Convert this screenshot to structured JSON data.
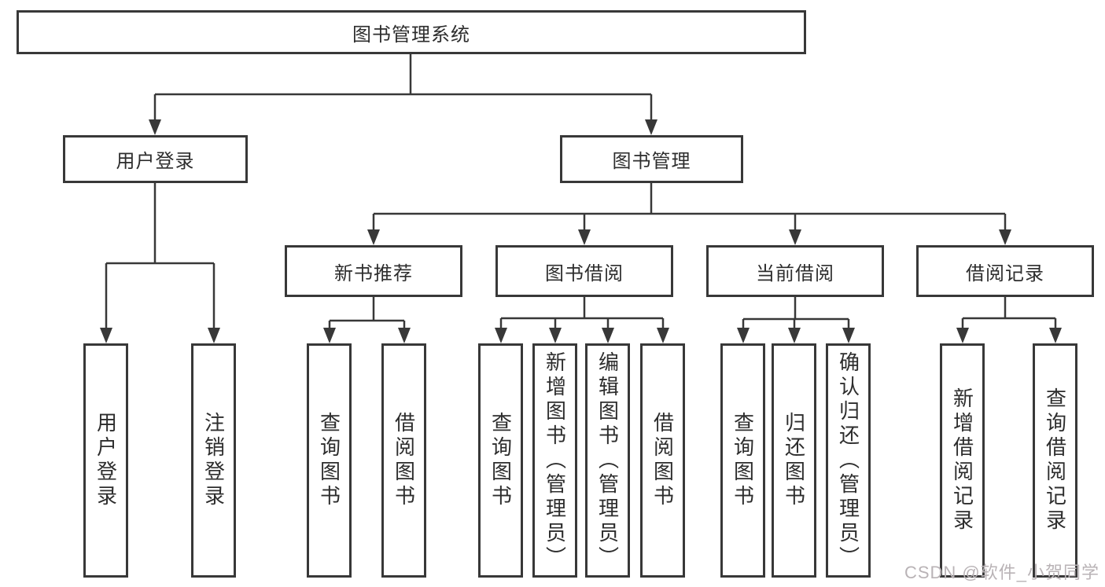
{
  "colors": {
    "line": "#383838",
    "text": "#2d2d2d",
    "watermark": "#b9b3b6"
  },
  "watermark": "CSDN @软件_小贺同学",
  "tree": {
    "root": "图书管理系统",
    "children": [
      {
        "label": "用户登录",
        "children": [
          "用户登录",
          "注销登录"
        ]
      },
      {
        "label": "图书管理",
        "children": [
          {
            "label": "新书推荐",
            "children": [
              "查询图书",
              "借阅图书"
            ]
          },
          {
            "label": "图书借阅",
            "children": [
              "查询图书",
              "新增图书（管理员）",
              "编辑图书（管理员）",
              "借阅图书"
            ]
          },
          {
            "label": "当前借阅",
            "children": [
              "查询图书",
              "归还图书",
              "确认归还（管理员）"
            ]
          },
          {
            "label": "借阅记录",
            "children": [
              "新增借阅记录",
              "查询借阅记录"
            ]
          }
        ]
      }
    ]
  }
}
